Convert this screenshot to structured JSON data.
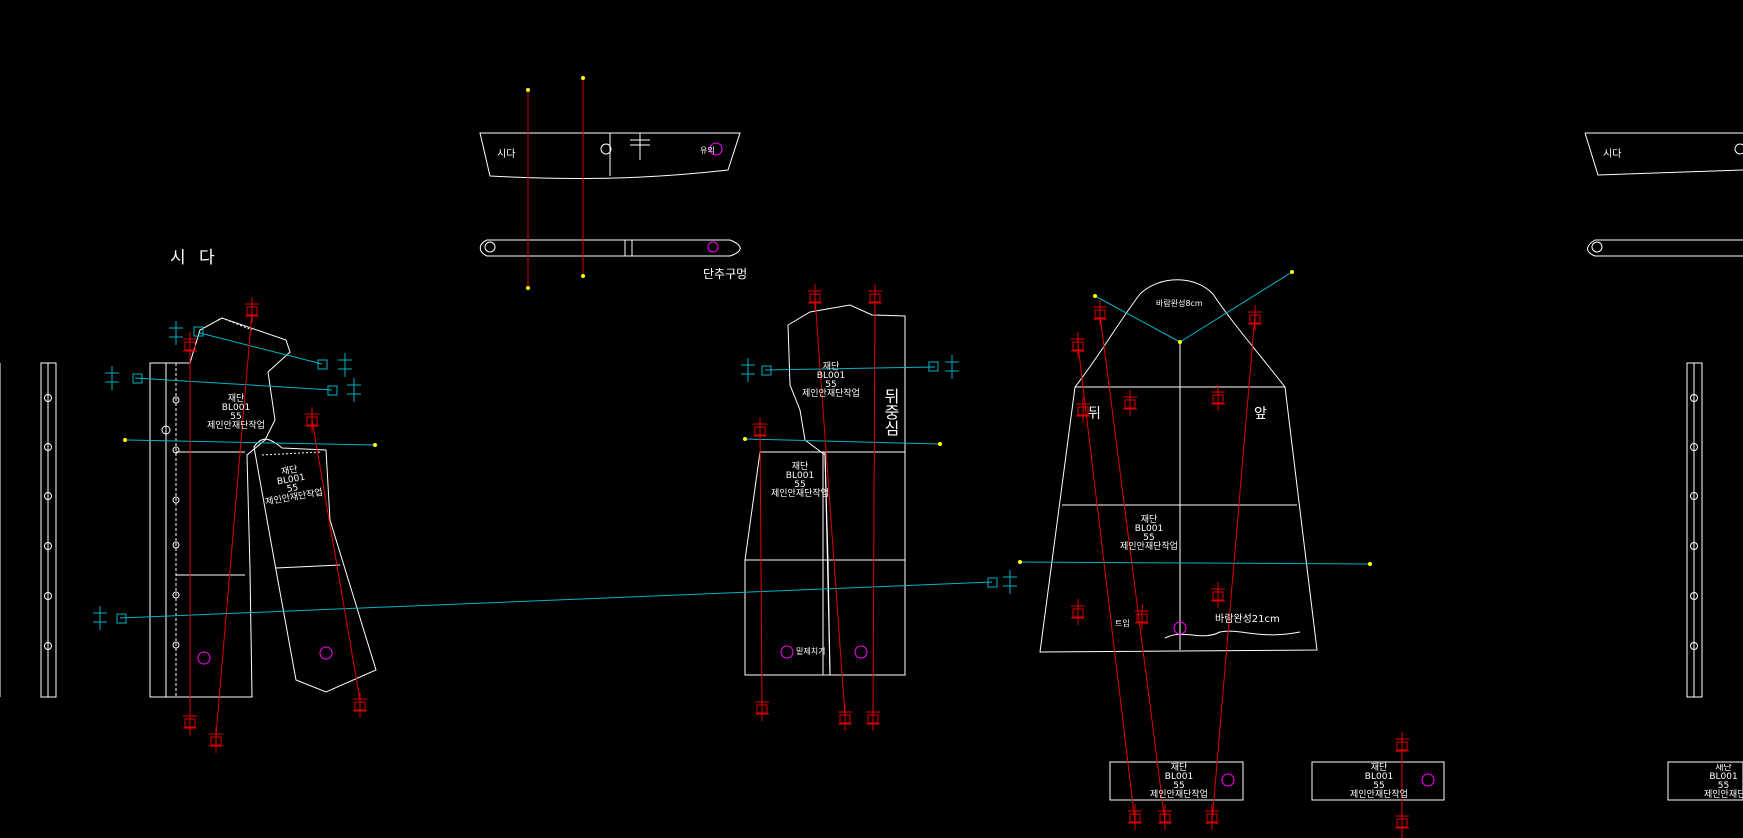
{
  "app": {
    "accent_pattern": "#ffffff",
    "accent_grain": "#e00000",
    "accent_guide": "#00b4c8",
    "accent_marker": "#ff00ff",
    "accent_point": "#ffff00"
  },
  "labels": {
    "sida_title": "시 다",
    "buttonhole": "단추구멍",
    "back_center": "뒤중심",
    "back_short": "뒤",
    "front_short": "앞",
    "hem_text": "바람완성21cm",
    "sleeve_cap_text": "바람완성8cm",
    "hem_note": "트임",
    "sleeve_opening": "밑제치기",
    "band_sida_1": "시다",
    "band_sida_2": "시다",
    "band_code": "유의"
  },
  "piece_tag": {
    "kind": "재단",
    "code": "BL001",
    "size": "55",
    "maker": "제인안재단작업"
  },
  "icons": [
    "punch-hole-icon",
    "grain-line-icon",
    "notch-icon",
    "circle-marker-icon"
  ]
}
